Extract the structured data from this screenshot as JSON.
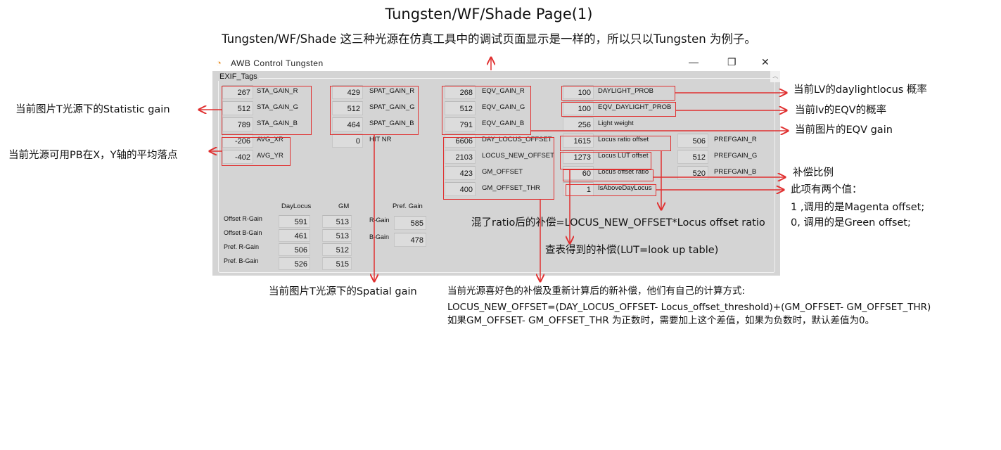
{
  "title": "Tungsten/WF/Shade Page(1)",
  "subtitle": "Tungsten/WF/Shade 这三种光源在仿真工具中的调试页面显示是一样的，所以只以Tungsten 为例子。",
  "window": {
    "title": "AWB Control Tungsten",
    "controls": {
      "minimize": "—",
      "maximize": "❐",
      "close": "✕"
    },
    "group_label": "EXIF_Tags",
    "col1": [
      {
        "v": "267",
        "l": "STA_GAIN_R"
      },
      {
        "v": "512",
        "l": "STA_GAIN_G"
      },
      {
        "v": "789",
        "l": "STA_GAIN_B"
      },
      {
        "v": "-206",
        "l": "AVG_XR"
      },
      {
        "v": "-402",
        "l": "AVG_YR"
      }
    ],
    "col2": [
      {
        "v": "429",
        "l": "SPAT_GAIN_R"
      },
      {
        "v": "512",
        "l": "SPAT_GAIN_G"
      },
      {
        "v": "464",
        "l": "SPAT_GAIN_B"
      },
      {
        "v": "0",
        "l": "HIT NR"
      }
    ],
    "col3": [
      {
        "v": "268",
        "l": "EQV_GAIN_R"
      },
      {
        "v": "512",
        "l": "EQV_GAIN_G"
      },
      {
        "v": "791",
        "l": "EQV_GAIN_B"
      },
      {
        "v": "6606",
        "l": "DAY_LOCUS_OFFSET"
      },
      {
        "v": "2103",
        "l": "LOCUS_NEW_OFFSET"
      },
      {
        "v": "423",
        "l": "GM_OFFSET"
      },
      {
        "v": "400",
        "l": "GM_OFFSET_THR"
      }
    ],
    "col4": [
      {
        "v": "100",
        "l": "DAYLIGHT_PROB"
      },
      {
        "v": "100",
        "l": "EQV_DAYLIGHT_PROB"
      },
      {
        "v": "256",
        "l": "Light weight"
      },
      {
        "v": "1615",
        "l": "Locus ratio offset"
      },
      {
        "v": "1273",
        "l": "Locus LUT offset"
      },
      {
        "v": "60",
        "l": "Locus offset ratio"
      },
      {
        "v": "1",
        "l": "IsAboveDayLocus"
      }
    ],
    "col5": [
      {
        "v": "506",
        "l": "PREFGAIN_R"
      },
      {
        "v": "512",
        "l": "PREFGAIN_G"
      },
      {
        "v": "520",
        "l": "PREFGAIN_B"
      }
    ],
    "table": {
      "headers": [
        "DayLocus",
        "GM",
        "Pref. Gain"
      ],
      "rows": [
        {
          "l": "Offset R-Gain",
          "d": "591",
          "g": "513"
        },
        {
          "l": "Offset B-Gain",
          "d": "461",
          "g": "513"
        },
        {
          "l": "Pref. R-Gain",
          "d": "506",
          "g": "512"
        },
        {
          "l": "Pref. B-Gain",
          "d": "526",
          "g": "515"
        }
      ],
      "pref": [
        {
          "l": "R-Gain",
          "v": "585"
        },
        {
          "l": "B-Gain",
          "v": "478"
        }
      ]
    }
  },
  "annotations": {
    "sta": "当前图片T光源下的Statistic gain",
    "avg": "当前光源可用PB在X，Y轴的平均落点",
    "daylight_prob": "当前LV的daylightlocus 概率",
    "eqv_prob": "当前lv的EQV的概率",
    "eqv_gain": "当前图片的EQV gain",
    "ratio": "补偿比例",
    "isabove": [
      "此项有两个值：",
      "1 ,调用的是Magenta offset;",
      "0, 调用的是Green offset;"
    ],
    "mixed": "混了ratio后的补偿=LOCUS_NEW_OFFSET*Locus offset ratio",
    "lut": "查表得到的补偿(LUT=look up table)",
    "spatial": "当前图片T光源下的Spatial gain",
    "locus": [
      "当前光源喜好色的补偿及重新计算后的新补偿，他们有自己的计算方式:",
      "LOCUS_NEW_OFFSET=(DAY_LOCUS_OFFSET- Locus_offset_threshold)+(GM_OFFSET- GM_OFFSET_THR)",
      "如果GM_OFFSET- GM_OFFSET_THR 为正数时，需要加上这个差值，如果为负数时，默认差值为0。"
    ]
  },
  "colors": {
    "annotation": "#e03030",
    "panel": "#d4d4d4"
  }
}
